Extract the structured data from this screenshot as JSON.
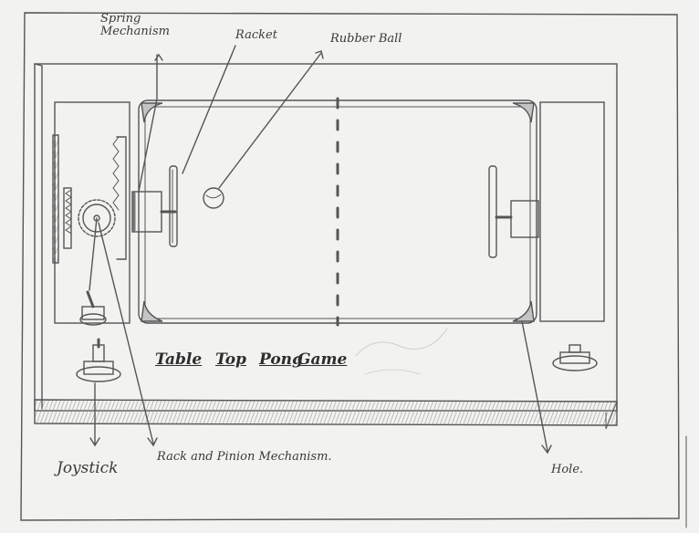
{
  "diagram": {
    "title_words": [
      "Table",
      "Top",
      "Pong",
      "Game"
    ],
    "labels": {
      "spring_line1": "Spring",
      "spring_line2": "Mechanism",
      "racket": "Racket",
      "rubber_ball": "Rubber Ball",
      "joystick": "Joystick",
      "rack_pinion": "Rack and Pinion Mechanism.",
      "hole": "Hole."
    },
    "colors": {
      "paper": "#f2f2f0",
      "pencil": "#555555",
      "shade": "#bdbdbd"
    }
  }
}
